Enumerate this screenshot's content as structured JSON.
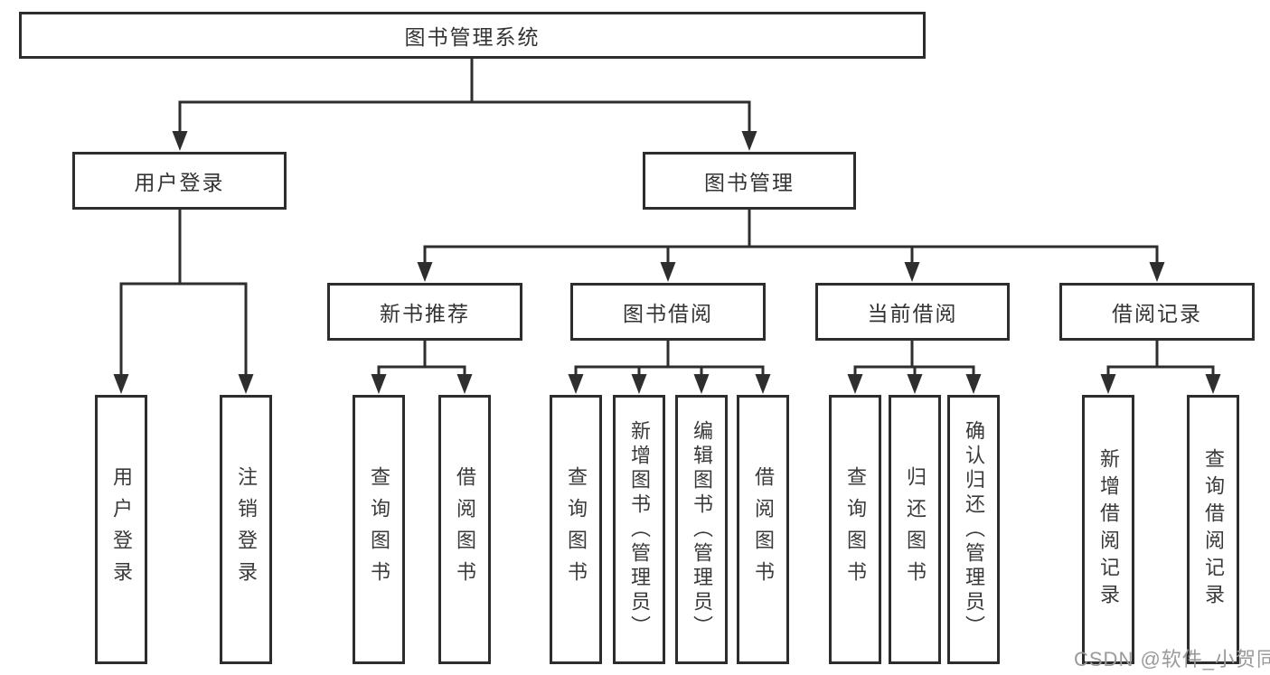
{
  "diagram": {
    "type": "hierarchy-tree",
    "tree": {
      "root_label": "图书管理系统",
      "level2": [
        {
          "label": "用户登录",
          "leaves": [
            "用户登录",
            "注销登录"
          ]
        },
        {
          "label": "图书管理"
        }
      ],
      "level3": [
        {
          "label": "新书推荐",
          "leaves": [
            "查询图书",
            "借阅图书"
          ]
        },
        {
          "label": "图书借阅",
          "leaves": [
            "查询图书",
            "新增图书（管理员）",
            "编辑图书（管理员）",
            "借阅图书"
          ]
        },
        {
          "label": "当前借阅",
          "leaves": [
            "查询图书",
            "归还图书",
            "确认归还（管理员）"
          ]
        },
        {
          "label": "借阅记录",
          "leaves": [
            "新增借阅记录",
            "查询借阅记录"
          ]
        }
      ]
    },
    "colors": {
      "background": "#ffffff",
      "line": "#2e2e2e",
      "box_border": "#2d2d2d",
      "text": "#333333",
      "watermark": "#9a9a9a"
    }
  },
  "watermark": {
    "text": "CSDN @软件_小贺同学"
  }
}
